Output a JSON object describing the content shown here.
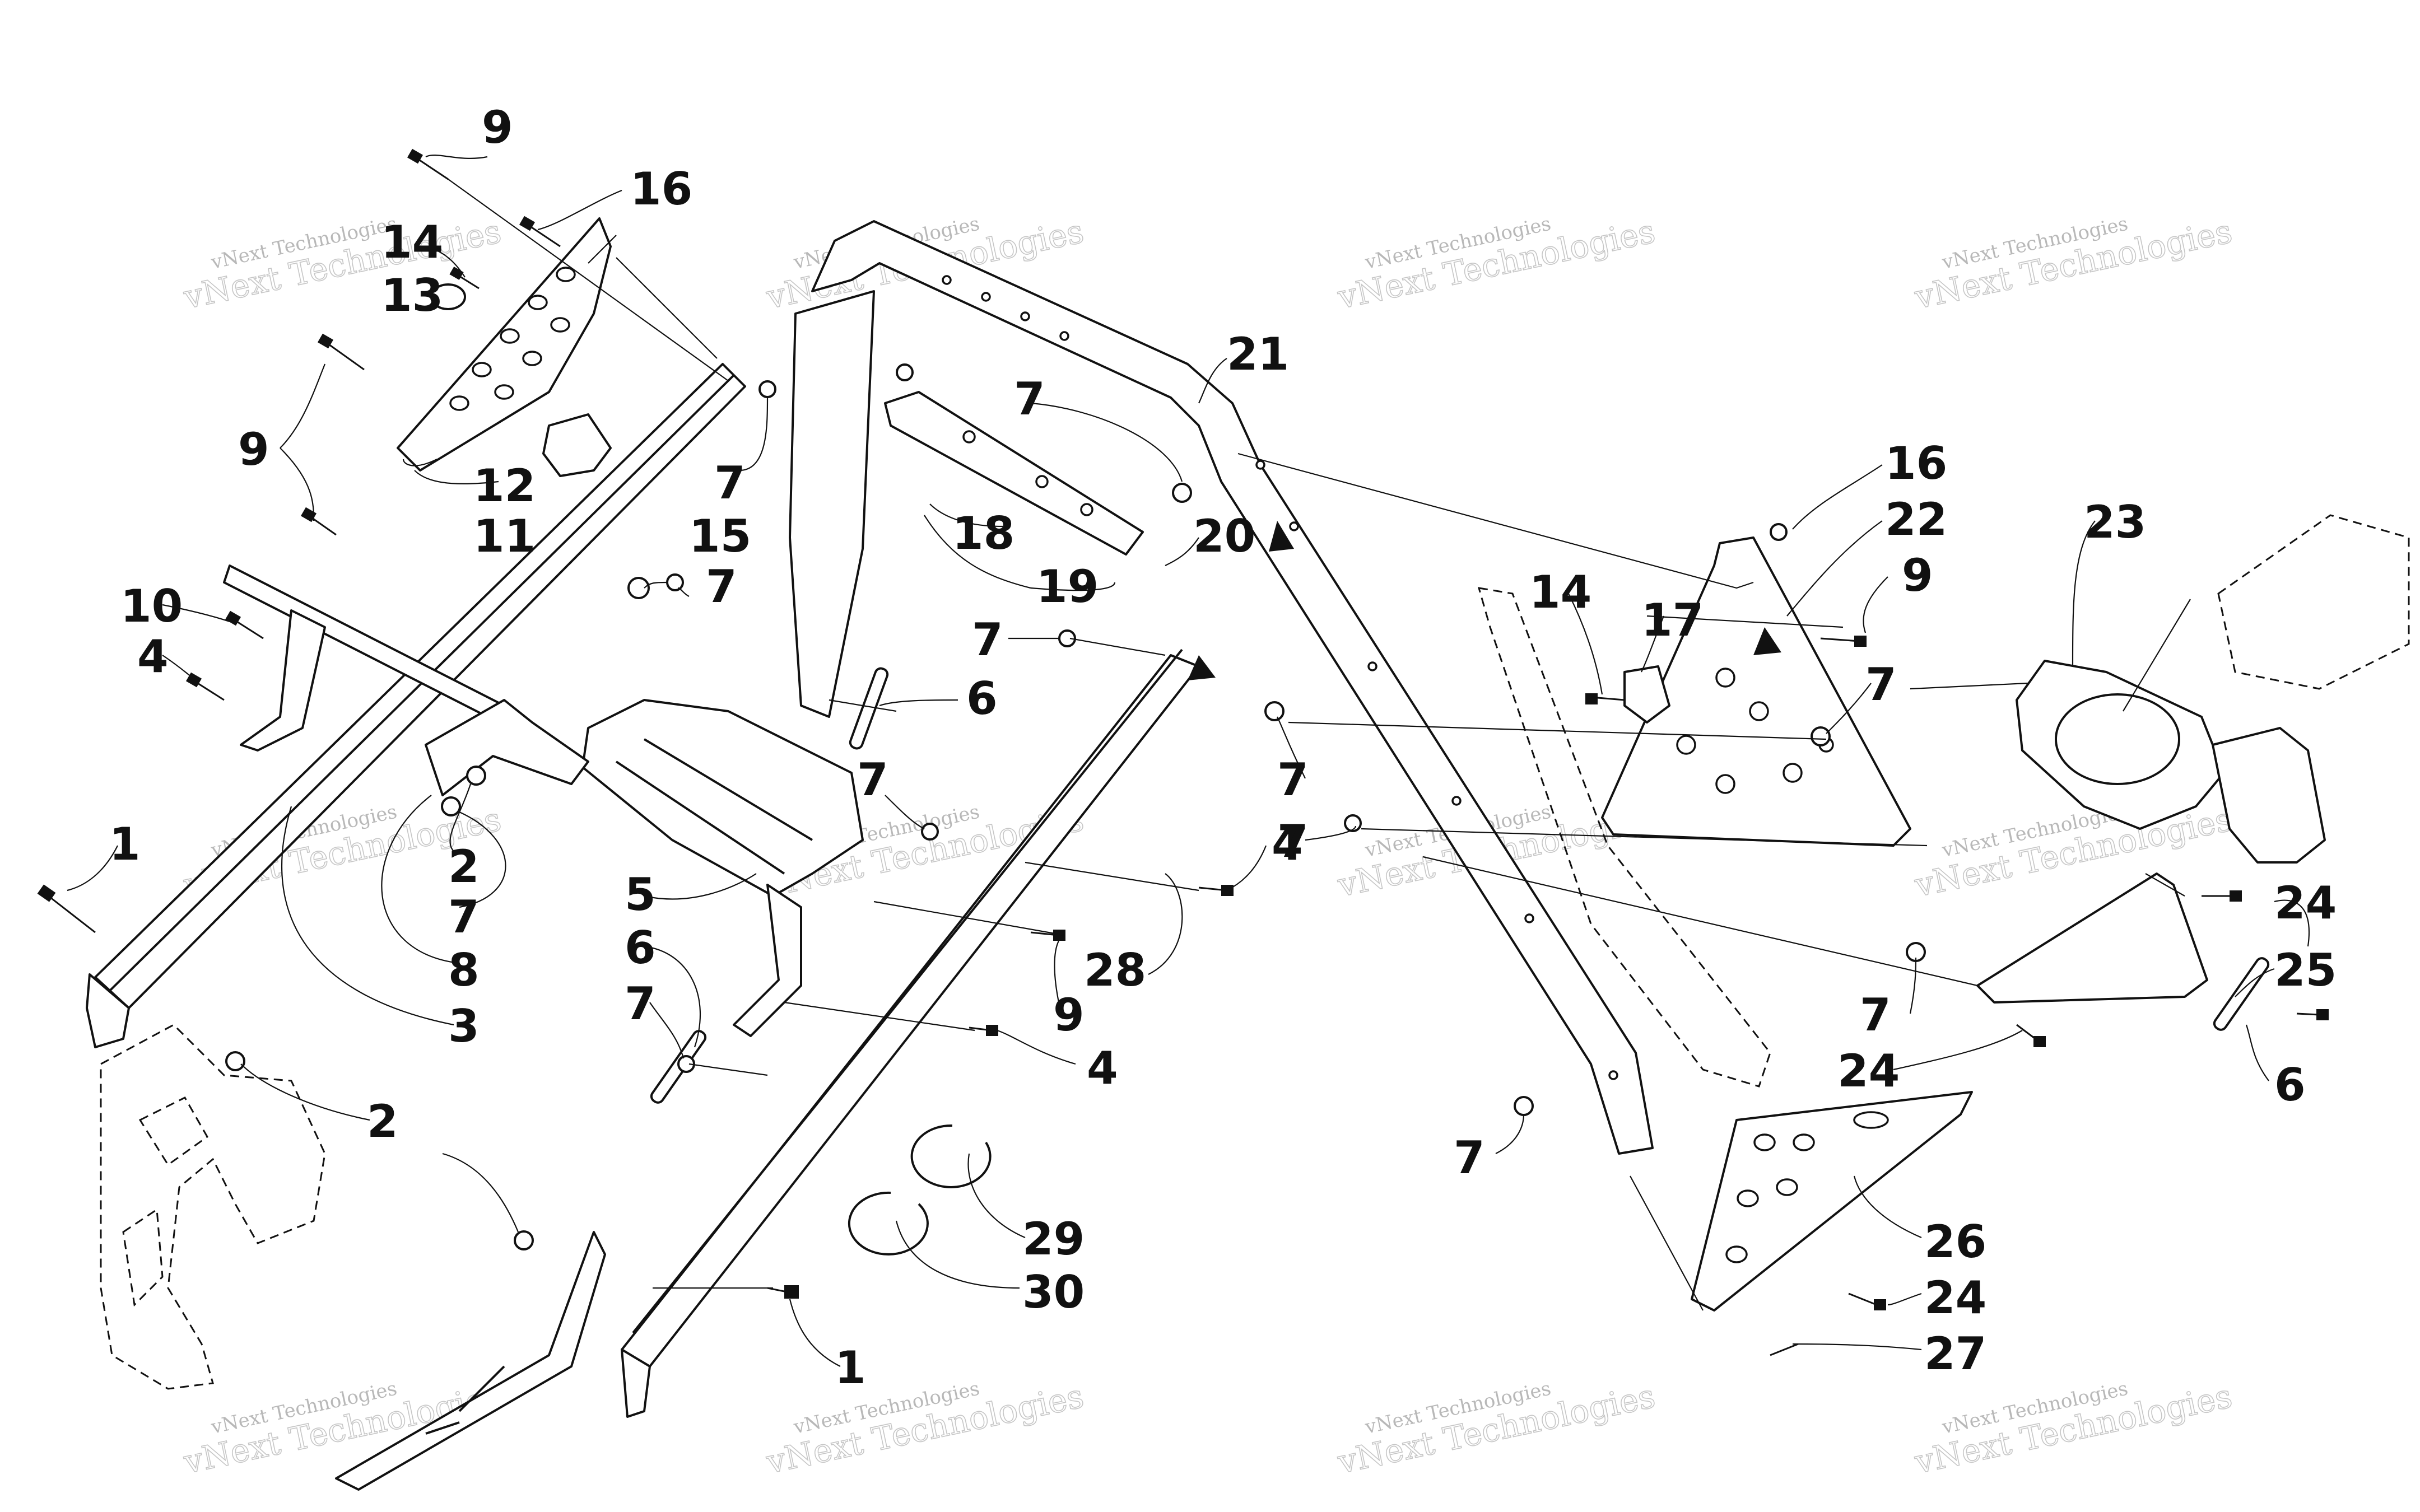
{
  "diagram": {
    "callouts": [
      "9",
      "16",
      "14",
      "13",
      "9",
      "12",
      "11",
      "7",
      "15",
      "7",
      "10",
      "4",
      "1",
      "2",
      "7",
      "8",
      "3",
      "2",
      "21",
      "7",
      "18",
      "20",
      "19",
      "7",
      "6",
      "7",
      "5",
      "6",
      "7",
      "28",
      "4",
      "9",
      "4",
      "29",
      "30",
      "1",
      "16",
      "22",
      "9",
      "14",
      "17",
      "7",
      "23",
      "7",
      "7",
      "24",
      "25",
      "7",
      "24",
      "6",
      "7",
      "26",
      "24",
      "27"
    ],
    "watermark": {
      "line1": "vNext Technologies",
      "line2": "vNext Technologies"
    }
  }
}
